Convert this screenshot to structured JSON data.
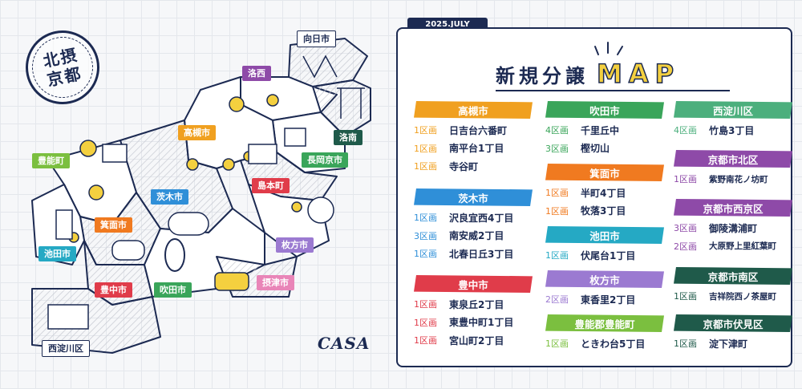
{
  "stamp": {
    "line1": "北摂",
    "line2": "京都"
  },
  "date_tab": "2025.JULY",
  "title": {
    "jp": "新規分譲",
    "en": "MAP"
  },
  "logo": "CASA",
  "map_labels": [
    {
      "id": "mukou",
      "text": "向日市",
      "color": "#ffffff",
      "style": "outline"
    },
    {
      "id": "rakusai",
      "text": "洛西",
      "color": "#8e4aa8"
    },
    {
      "id": "takatsuki",
      "text": "高槻市",
      "color": "#f0a020"
    },
    {
      "id": "rakunan",
      "text": "洛南",
      "color": "#1f5a4a"
    },
    {
      "id": "nagaokakyo",
      "text": "長岡京市",
      "color": "#3aa55a"
    },
    {
      "id": "toyono",
      "text": "豊能町",
      "color": "#7bbf3f"
    },
    {
      "id": "ibaraki",
      "text": "茨木市",
      "color": "#2f8fd8"
    },
    {
      "id": "shimamoto",
      "text": "島本町",
      "color": "#e03c4a"
    },
    {
      "id": "minoh",
      "text": "箕面市",
      "color": "#f07a20"
    },
    {
      "id": "ikeda",
      "text": "池田市",
      "color": "#25a9c4"
    },
    {
      "id": "hirakata",
      "text": "枚方市",
      "color": "#9b7ad1"
    },
    {
      "id": "toyonaka",
      "text": "豊中市",
      "color": "#e03c4a"
    },
    {
      "id": "suita",
      "text": "吹田市",
      "color": "#3aa55a"
    },
    {
      "id": "settsu",
      "text": "摂津市",
      "color": "#e985b8"
    },
    {
      "id": "nishiyodogawa",
      "text": "西淀川区",
      "color": "#ffffff",
      "style": "outline"
    }
  ],
  "areas": [
    {
      "name": "高槻市",
      "color": "#f0a020",
      "items": [
        {
          "count": "1区画",
          "place": "日吉台六番町"
        },
        {
          "count": "1区画",
          "place": "南平台1丁目"
        },
        {
          "count": "1区画",
          "place": "寺谷町"
        }
      ]
    },
    {
      "name": "茨木市",
      "color": "#2f8fd8",
      "items": [
        {
          "count": "1区画",
          "place": "沢良宜西4丁目"
        },
        {
          "count": "3区画",
          "place": "南安威2丁目"
        },
        {
          "count": "1区画",
          "place": "北春日丘3丁目"
        }
      ]
    },
    {
      "name": "豊中市",
      "color": "#e03c4a",
      "items": [
        {
          "count": "1区画",
          "place": "東泉丘2丁目"
        },
        {
          "count": "1区画",
          "place": "東豊中町1丁目"
        },
        {
          "count": "1区画",
          "place": "宮山町2丁目"
        }
      ]
    },
    {
      "name": "吹田市",
      "color": "#3aa55a",
      "items": [
        {
          "count": "4区画",
          "place": "千里丘中"
        },
        {
          "count": "3区画",
          "place": "樫切山"
        }
      ]
    },
    {
      "name": "箕面市",
      "color": "#f07a20",
      "items": [
        {
          "count": "1区画",
          "place": "半町4丁目"
        },
        {
          "count": "1区画",
          "place": "牧落3丁目"
        }
      ]
    },
    {
      "name": "池田市",
      "color": "#25a9c4",
      "items": [
        {
          "count": "1区画",
          "place": "伏尾台1丁目"
        }
      ]
    },
    {
      "name": "枚方市",
      "color": "#9b7ad1",
      "items": [
        {
          "count": "2区画",
          "place": "東香里2丁目"
        }
      ]
    },
    {
      "name": "豊能郡豊能町",
      "color": "#7bbf3f",
      "items": [
        {
          "count": "1区画",
          "place": "ときわ台5丁目"
        }
      ]
    },
    {
      "name": "西淀川区",
      "color": "#4caf7d",
      "items": [
        {
          "count": "4区画",
          "place": "竹島3丁目"
        }
      ]
    },
    {
      "name": "京都市北区",
      "color": "#8e4aa8",
      "items": [
        {
          "count": "1区画",
          "place": "紫野南花ノ坊町"
        }
      ]
    },
    {
      "name": "京都市西京区",
      "color": "#8e4aa8",
      "items": [
        {
          "count": "3区画",
          "place": "御陵溝浦町"
        },
        {
          "count": "2区画",
          "place": "大原野上里紅葉町"
        }
      ]
    },
    {
      "name": "京都市南区",
      "color": "#1f5a4a",
      "items": [
        {
          "count": "1区画",
          "place": "吉祥院西ノ茶屋町"
        }
      ]
    },
    {
      "name": "京都市伏見区",
      "color": "#1f5a4a",
      "items": [
        {
          "count": "1区画",
          "place": "淀下津町"
        }
      ]
    }
  ]
}
